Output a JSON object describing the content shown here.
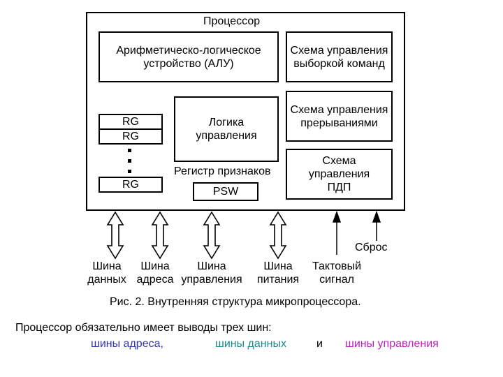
{
  "processor": {
    "title": "Процессор",
    "alu": "Арифметическо-логическое устройство (АЛУ)",
    "fetch_control": "Схема управления выборкой команд",
    "interrupt_control": "Схема управления прерываниями",
    "dma_control": "Схема управления ПДП",
    "control_logic": "Логика управления",
    "flags_register_label": "Регистр признаков",
    "psw": "PSW",
    "registers": [
      "RG",
      "RG",
      "RG"
    ]
  },
  "buses": [
    {
      "line1": "Шина",
      "line2": "данных"
    },
    {
      "line1": "Шина",
      "line2": "адреса"
    },
    {
      "line1": "Шина",
      "line2": "управления"
    },
    {
      "line1": "Шина",
      "line2": "питания"
    },
    {
      "line1": "Тактовый",
      "line2": "сигнал"
    }
  ],
  "reset_label": "Сброс",
  "figure_caption": "Рис. 2. Внутренняя структура микропроцессора.",
  "note": {
    "line1": "Процессор обязательно имеет выводы трех шин:",
    "address_bus": "шины адреса,",
    "data_bus": "шины данных",
    "conjunction": "и",
    "control_bus": "шины управления"
  },
  "colors": {
    "address_bus": "#3333aa",
    "data_bus": "#1a8a8a",
    "control_bus": "#bb22bb"
  }
}
